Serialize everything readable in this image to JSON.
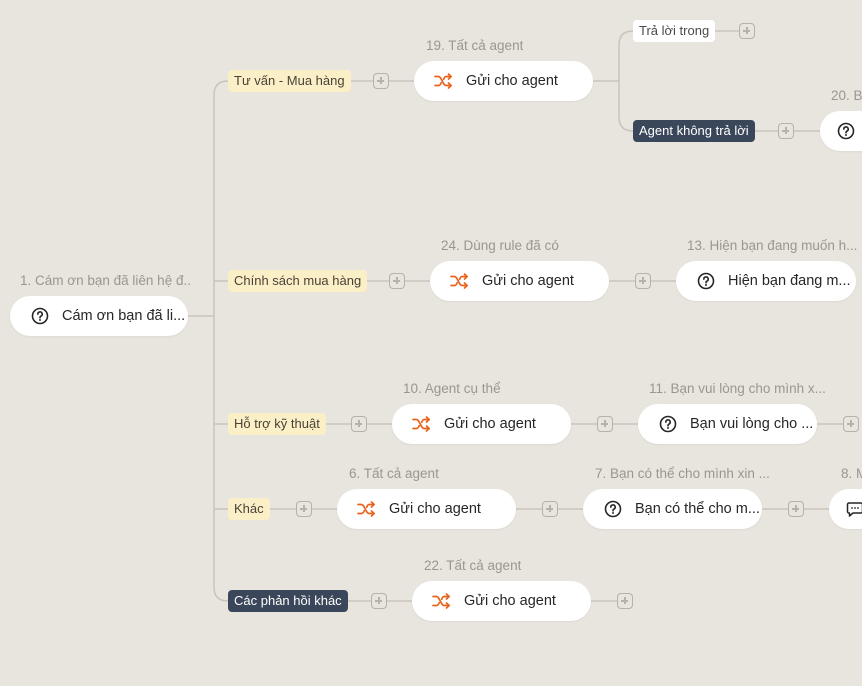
{
  "colors": {
    "background": "#e8e4de",
    "node": "#ffffff",
    "connector": "#c9c4bc",
    "tag_yellow": "#fbefc7",
    "tag_dark": "#3a475a",
    "shuffle_icon": "#e8641e"
  },
  "root": {
    "step_label": "1. Cám ơn bạn đã liên hệ đ...",
    "text": "Cám ơn bạn đã li...",
    "icon": "question-circle-icon"
  },
  "branches": [
    {
      "tag": "Tư vấn - Mua hàng",
      "nodes": [
        {
          "step_label": "19. Tất cả agent",
          "text": "Gửi cho agent",
          "icon": "shuffle-icon"
        }
      ],
      "sub_branches": [
        {
          "tag": "Trả lời trong"
        },
        {
          "tag": "Agent không trả lời",
          "node": {
            "step_label": "20. B",
            "icon": "question-circle-icon"
          }
        }
      ]
    },
    {
      "tag": "Chính sách mua hàng",
      "nodes": [
        {
          "step_label": "24. Dùng rule đã có",
          "text": "Gửi cho agent",
          "icon": "shuffle-icon"
        },
        {
          "step_label": "13. Hiện bạn đang muốn h...",
          "text": "Hiện bạn đang m...",
          "icon": "question-circle-icon"
        }
      ]
    },
    {
      "tag": "Hỗ trợ kỹ thuật",
      "nodes": [
        {
          "step_label": "10. Agent cụ thể",
          "text": "Gửi cho agent",
          "icon": "shuffle-icon"
        },
        {
          "step_label": "11. Bạn vui lòng cho mình x...",
          "text": "Bạn vui lòng cho ...",
          "icon": "question-circle-icon"
        }
      ]
    },
    {
      "tag": "Khác",
      "nodes": [
        {
          "step_label": "6. Tất cả agent",
          "text": "Gửi cho agent",
          "icon": "shuffle-icon"
        },
        {
          "step_label": "7. Bạn có thể cho mình xin ...",
          "text": "Bạn có thể cho m...",
          "icon": "question-circle-icon"
        },
        {
          "step_label": "8. M",
          "icon": "message-icon"
        }
      ]
    },
    {
      "tag": "Các phản hồi khác",
      "nodes": [
        {
          "step_label": "22. Tất cả agent",
          "text": "Gửi cho agent",
          "icon": "shuffle-icon"
        }
      ]
    }
  ]
}
